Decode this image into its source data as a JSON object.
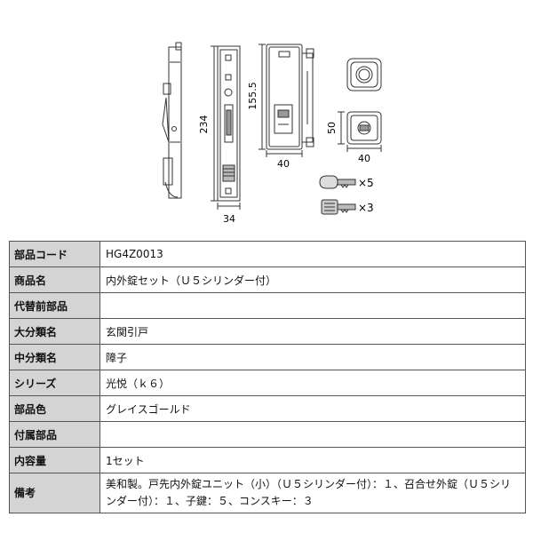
{
  "dimensions": {
    "h234": "234",
    "w34": "34",
    "h155": "155.5",
    "w40a": "40",
    "h50": "50",
    "w40b": "40"
  },
  "keys": {
    "child_key_qty": "×5",
    "construction_key_qty": "×3"
  },
  "spec_table": {
    "rows": [
      {
        "label": "部品コード",
        "value": "HG4Z0013"
      },
      {
        "label": "商品名",
        "value": "内外錠セット（Ｕ５シリンダー付）"
      },
      {
        "label": "代替前部品",
        "value": ""
      },
      {
        "label": "大分類名",
        "value": "玄関引戸"
      },
      {
        "label": "中分類名",
        "value": "障子"
      },
      {
        "label": "シリーズ",
        "value": "光悦（ｋ６）"
      },
      {
        "label": "部品色",
        "value": "グレイスゴールド"
      },
      {
        "label": "付属部品",
        "value": ""
      },
      {
        "label": "内容量",
        "value": "1セット"
      },
      {
        "label": "備考",
        "value": "美和製。戸先内外錠ユニット（小）（Ｕ５シリンダー付）：１、召合せ外錠（Ｕ５シリンダー付）：１、子鍵：５、コンスキー：３"
      }
    ]
  },
  "colors": {
    "line": "#333333",
    "label_bg": "#d4d4d4",
    "border": "#555555"
  }
}
